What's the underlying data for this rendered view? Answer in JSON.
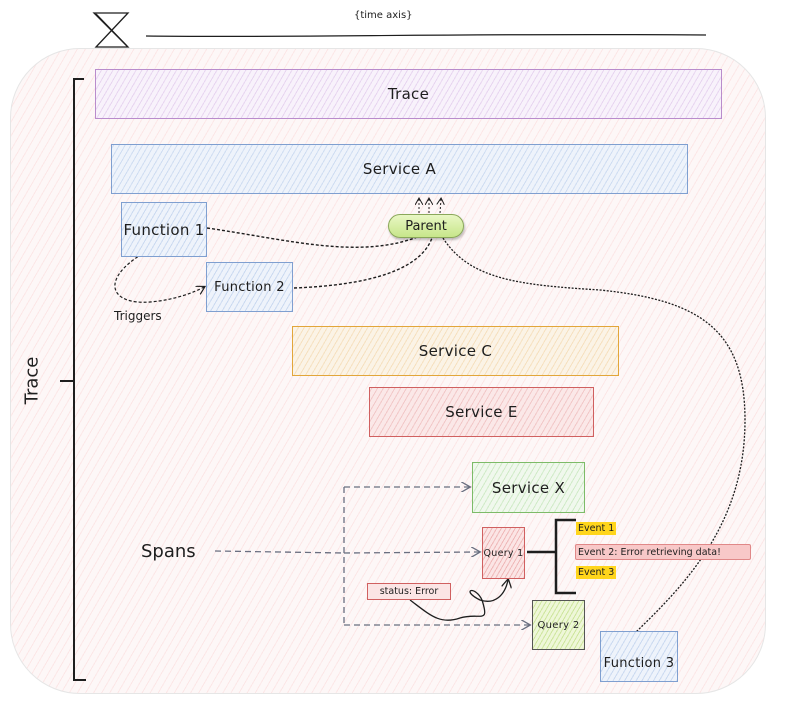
{
  "header": {
    "time_axis_label": "{time axis}",
    "hourglass_icon": "hourglass-icon"
  },
  "side": {
    "trace_bracket_label": "Trace"
  },
  "spans": {
    "trace": "Trace",
    "service_a": "Service A",
    "function_1": "Function 1",
    "function_2": "Function 2",
    "function_3": "Function 3",
    "service_c": "Service C",
    "service_e": "Service E",
    "service_x": "Service X",
    "query_1": "Query 1",
    "query_2": "Query 2"
  },
  "parent": {
    "label": "Parent"
  },
  "annotations": {
    "triggers": "Triggers",
    "spans": "Spans",
    "status": "status: Error"
  },
  "events": [
    {
      "label": "Event 1",
      "kind": "info",
      "color": "#ffd51c"
    },
    {
      "label": "Event 2: Error retrieving data!",
      "kind": "error",
      "color": "#f8c8c8"
    },
    {
      "label": "Event 3",
      "kind": "info",
      "color": "#ffd51c"
    }
  ],
  "colors": {
    "trace_border": "#b98ccc",
    "service_a_border": "#7f9fd0",
    "service_c_border": "#e2a63a",
    "service_e_border": "#d06060",
    "service_x_border": "#7dbb68",
    "parent_fill": "#c7e68a",
    "event_highlight": "#ffd51c"
  }
}
